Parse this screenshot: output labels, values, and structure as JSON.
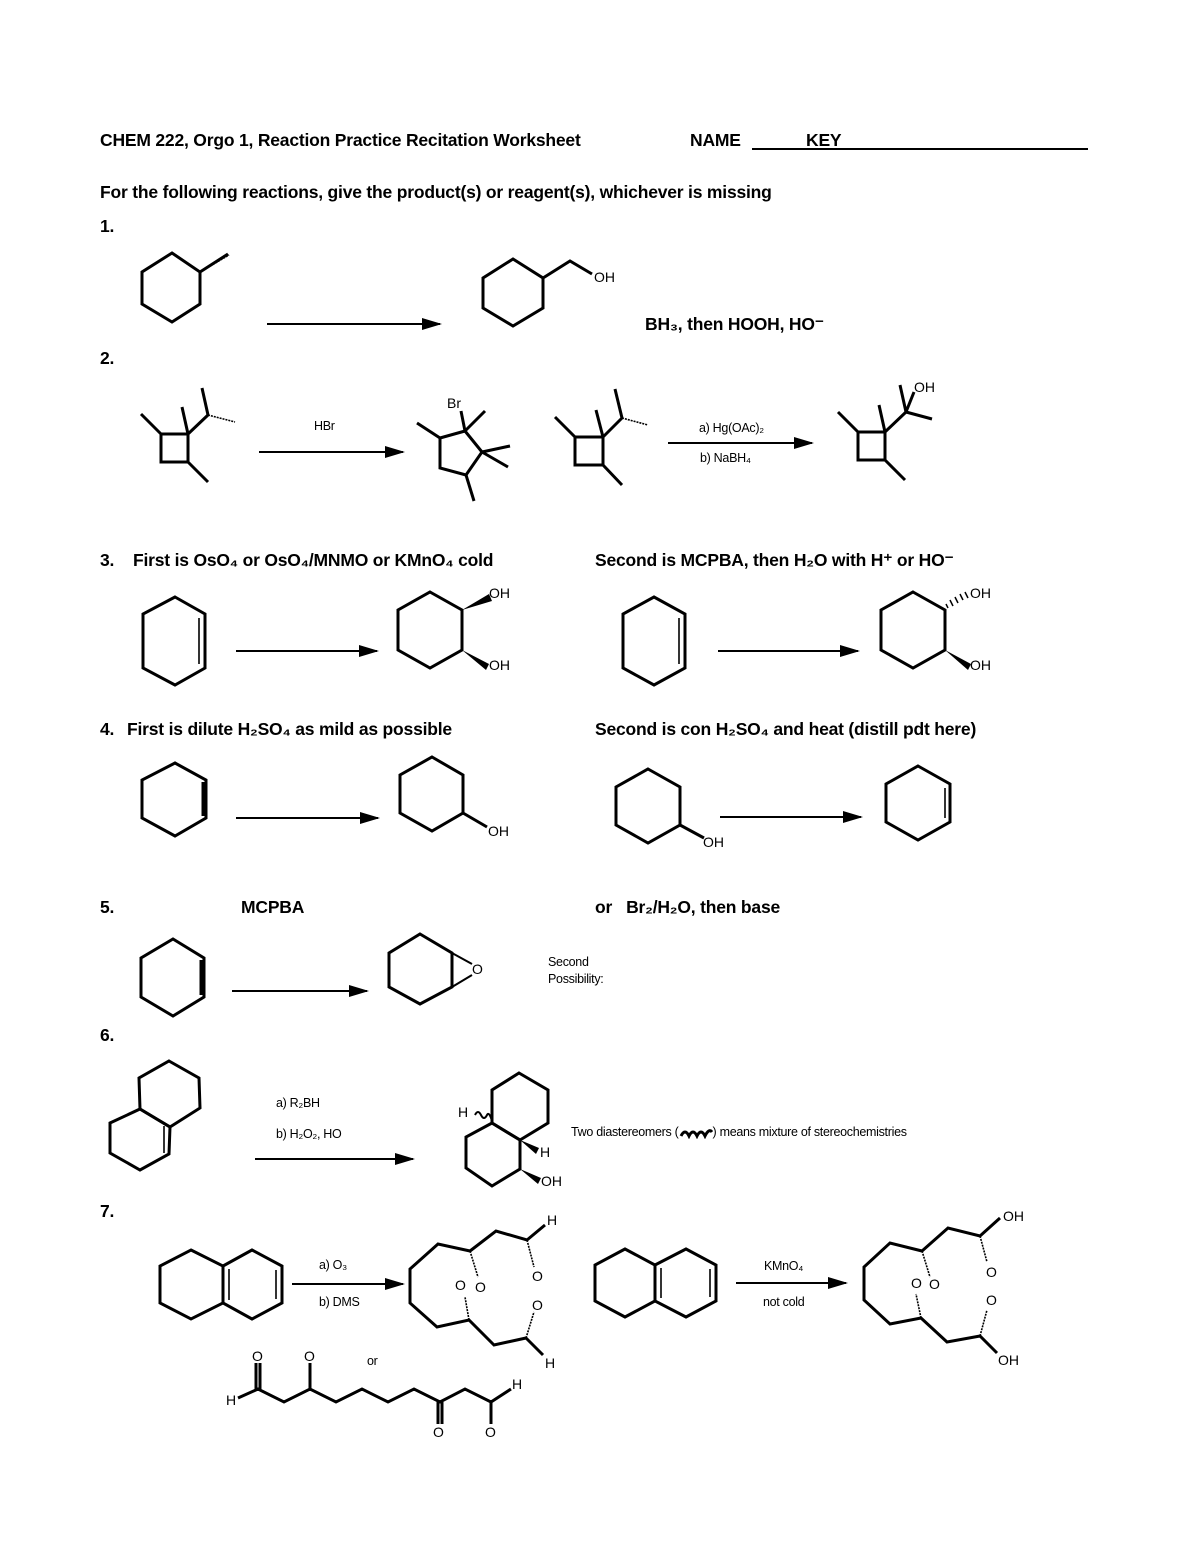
{
  "header": {
    "title": "CHEM 222, Orgo 1, Reaction Practice Recitation Worksheet",
    "name_label": "NAME",
    "name_value": "KEY"
  },
  "instructions": "For the following reactions, give the product(s) or reagent(s), whichever is missing",
  "problems": [
    {
      "number": "1.",
      "answer": "BH₃, then HOOH, HO⁻",
      "product_label": "OH"
    },
    {
      "number": "2.",
      "reaction_a": {
        "reagent": "HBr",
        "product_label": "Br"
      },
      "reaction_b": {
        "reagent_a": "a) Hg(OAc)₂",
        "reagent_b": "b) NaBH₄",
        "product_label": "OH"
      }
    },
    {
      "number": "3.",
      "first": "First is OsO₄ or OsO₄/MNMO or KMnO₄ cold",
      "second": "Second is MCPBA, then H₂O with H⁺ or HO⁻",
      "oh_label": "OH"
    },
    {
      "number": "4.",
      "first": "First is dilute H₂SO₄ as mild as possible",
      "second": "Second is con H₂SO₄ and heat (distill pdt here)",
      "oh_label": "OH"
    },
    {
      "number": "5.",
      "reagent": "MCPBA",
      "alt": "or   Br₂/H₂O, then base",
      "epoxide_o": "O",
      "second_possibility_line1": "Second",
      "second_possibility_line2": "Possibility:"
    },
    {
      "number": "6.",
      "reagent_a": "a) R₂BH",
      "reagent_b": "b) H₂O₂, HO",
      "h_label": "H",
      "oh_label": "OH",
      "note_prefix": "Two diastereomers (",
      "note_suffix": ") means mixture of stereochemistries"
    },
    {
      "number": "7.",
      "ozonolysis": {
        "reagent_a": "a) O₃",
        "reagent_b": "b) DMS"
      },
      "permanganate": {
        "reagent_a": "KMnO₄",
        "reagent_b": "not cold"
      },
      "or_label": "or",
      "o_label": "O",
      "h_label": "H",
      "oh_label": "OH"
    }
  ]
}
